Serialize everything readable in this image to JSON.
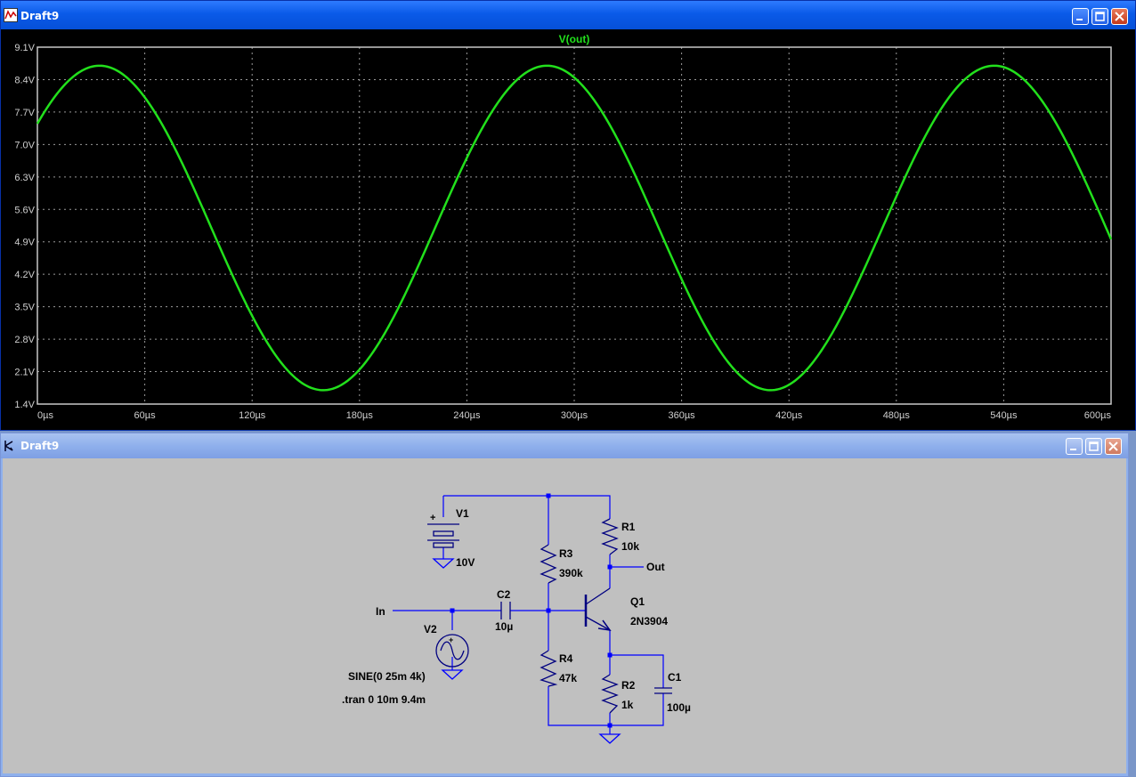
{
  "waveform_window": {
    "title": "Draft9",
    "trace_name": "V(out)",
    "trace_color": "#22e01c",
    "background": "#000000",
    "y_ticks": [
      "9.1V",
      "8.4V",
      "7.7V",
      "7.0V",
      "6.3V",
      "5.6V",
      "4.9V",
      "4.2V",
      "3.5V",
      "2.8V",
      "2.1V",
      "1.4V"
    ],
    "x_ticks": [
      "0µs",
      "60µs",
      "120µs",
      "180µs",
      "240µs",
      "300µs",
      "360µs",
      "420µs",
      "480µs",
      "540µs",
      "600µs"
    ]
  },
  "chart_data": {
    "type": "line",
    "series": [
      {
        "name": "V(out)",
        "offset": 5.2,
        "amplitude": 3.5,
        "frequency_hz": 4000,
        "phase_at_zero_deg": 40
      }
    ],
    "xlim": [
      0,
      600
    ],
    "x_unit": "µs",
    "ylim": [
      1.4,
      9.1
    ],
    "y_unit": "V",
    "grid": true
  },
  "schematic_window": {
    "title": "Draft9",
    "labels": {
      "v1": "V1",
      "v1_value": "10V",
      "r1": "R1",
      "r1_value": "10k",
      "r3": "R3",
      "r3_value": "390k",
      "r4": "R4",
      "r4_value": "47k",
      "r2": "R2",
      "r2_value": "1k",
      "c1": "C1",
      "c1_value": "100µ",
      "c2": "C2",
      "c2_value": "10µ",
      "q1": "Q1",
      "q1_value": "2N3904",
      "v2": "V2",
      "v2_value": "SINE(0 25m 4k)",
      "net_in": "In",
      "net_out": "Out",
      "directive": ".tran 0 10m 9.4m",
      "battery_plus": "+",
      "source_plus": "+"
    },
    "wire_color": "#0000ff",
    "component_color": "#000080",
    "node_color": "#0000ff",
    "ground_color": "#0000ff"
  }
}
